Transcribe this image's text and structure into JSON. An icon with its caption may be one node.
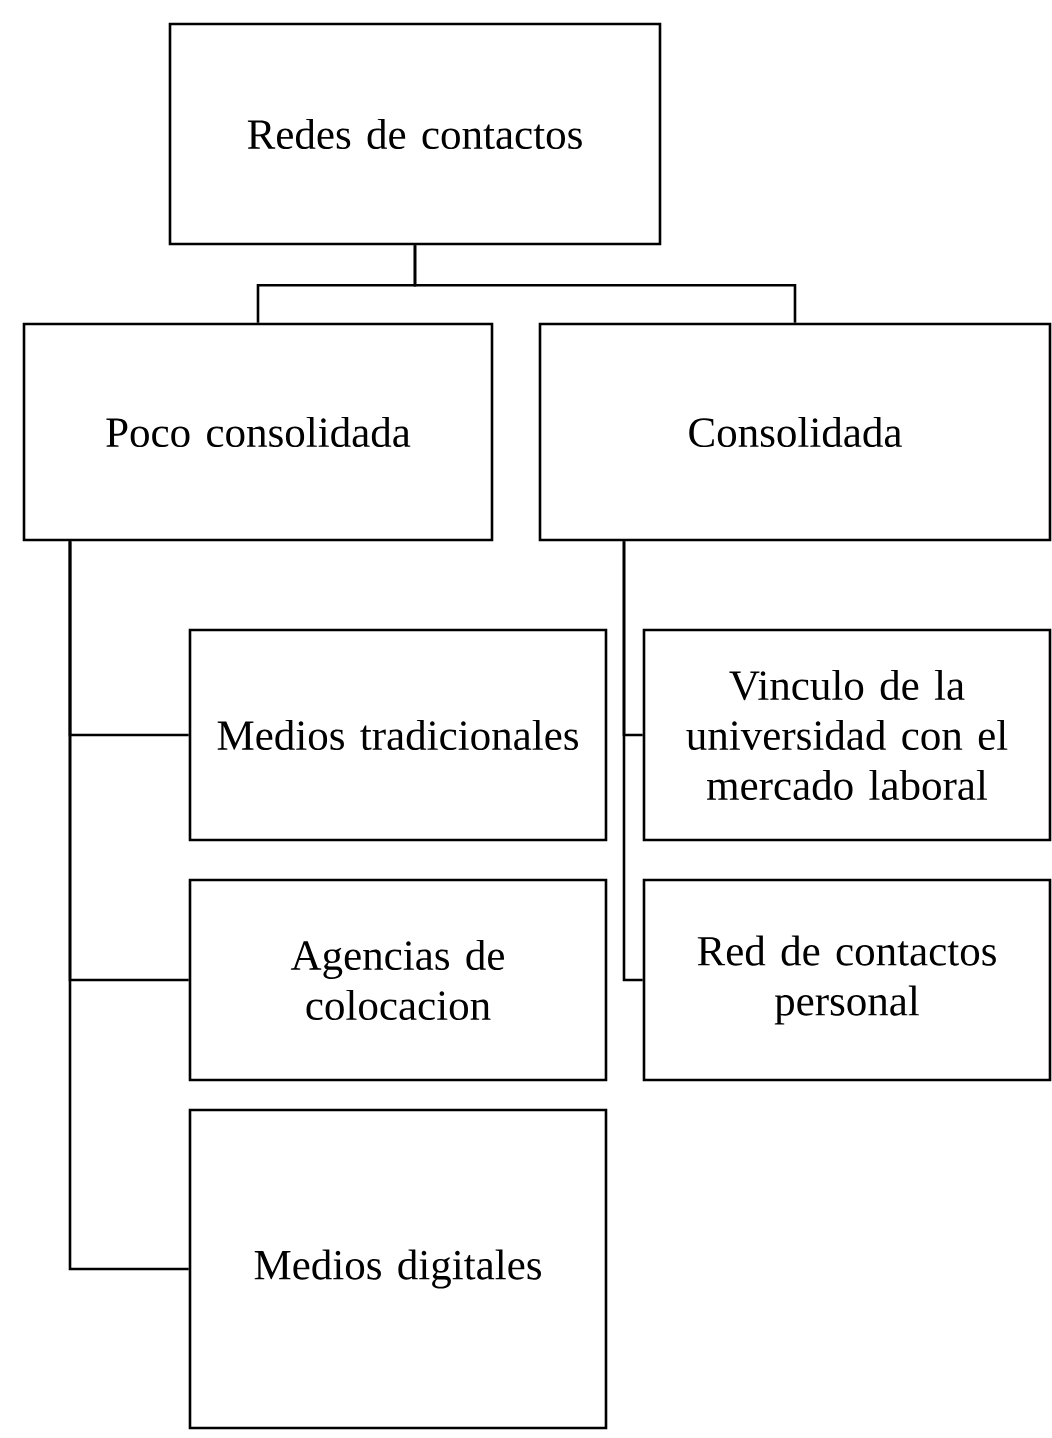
{
  "diagram": {
    "nodes": [
      {
        "text": [
          "Redes de contactos"
        ]
      },
      {
        "text": [
          "Poco consolidada"
        ]
      },
      {
        "text": [
          "Consolidada"
        ]
      },
      {
        "text": [
          "Medios tradicionales"
        ]
      },
      {
        "text": [
          "Agencias de colocacion"
        ]
      },
      {
        "text": [
          "Medios digitales"
        ]
      },
      {
        "text": [
          "Vinculo de la universidad con el mercado laboral"
        ]
      },
      {
        "text": [
          "Red de contactos personal"
        ]
      }
    ],
    "edges": [
      {
        "from": 0,
        "to": 1,
        "arrow": "none"
      },
      {
        "from": 0,
        "to": 2,
        "arrow": "none"
      },
      {
        "from": 1,
        "to": 3,
        "arrow": "none"
      },
      {
        "from": 1,
        "to": 4,
        "arrow": "none"
      },
      {
        "from": 1,
        "to": 5,
        "arrow": "none"
      },
      {
        "from": 2,
        "to": 6,
        "arrow": "none"
      },
      {
        "from": 2,
        "to": 7,
        "arrow": "none"
      }
    ]
  }
}
